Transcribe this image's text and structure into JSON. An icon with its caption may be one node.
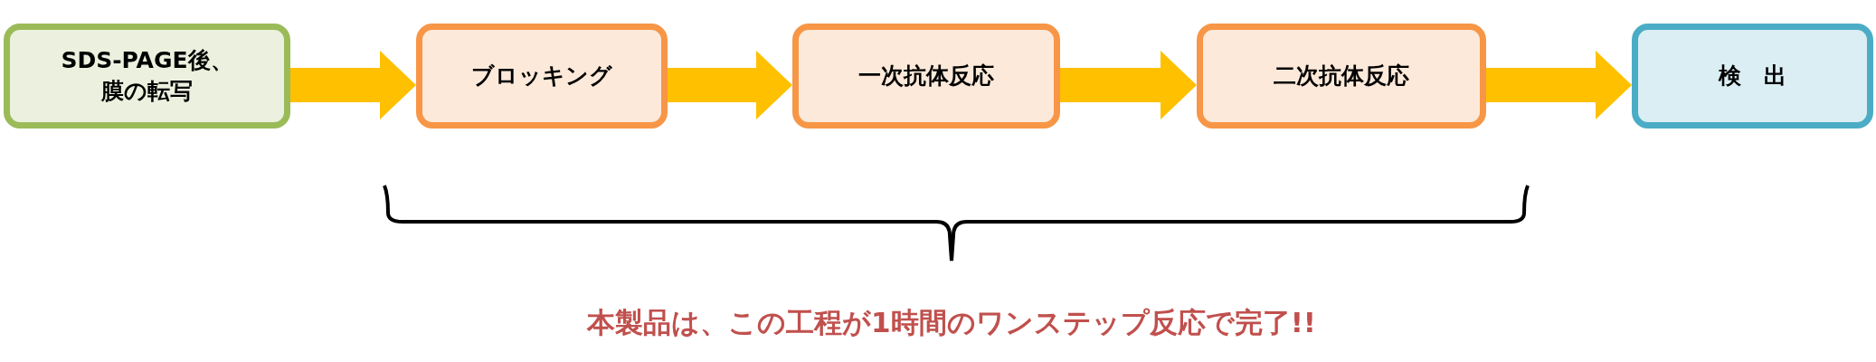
{
  "diagram": {
    "nodes": [
      {
        "text": [
          "SDS-PAGE後、膜の転写"
        ]
      },
      {
        "text": [
          "ブロッキング"
        ]
      },
      {
        "text": [
          "一次抗体反応"
        ]
      },
      {
        "text": [
          "二次抗体反応"
        ]
      },
      {
        "text": [
          "検　出"
        ]
      }
    ],
    "edges": [
      {
        "from": 0,
        "to": 1,
        "arrow": "to"
      },
      {
        "from": 1,
        "to": 2,
        "arrow": "to"
      },
      {
        "from": 2,
        "to": 3,
        "arrow": "to"
      },
      {
        "from": 3,
        "to": 4,
        "arrow": "to"
      }
    ],
    "labels": [
      "本製品は、この工程が1時間のワンステップ反応で完了!!"
    ]
  }
}
